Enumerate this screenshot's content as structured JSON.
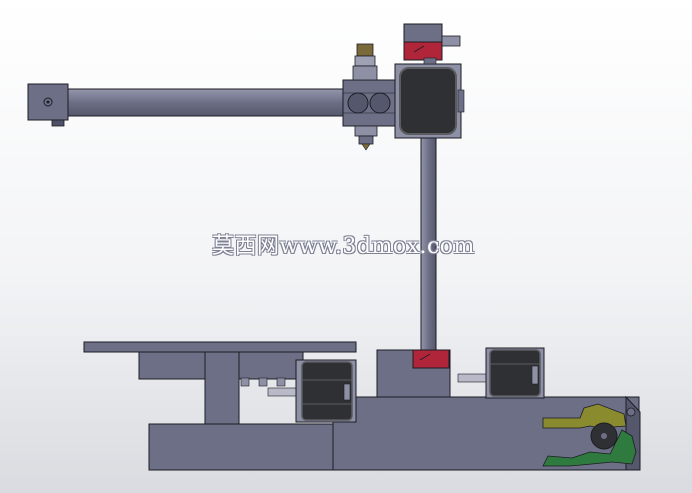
{
  "viewport": {
    "background_top": "#ffffff",
    "background_bottom": "#d9dbe0"
  },
  "watermark": {
    "text": "莫西网www.3dmox.com"
  },
  "colors": {
    "body": "#6d6f86",
    "body_dark": "#4e5066",
    "body_light": "#8e90a6",
    "motor": "#2f3033",
    "motor_edge": "#5a5c60",
    "limit_switch": "#b0253a",
    "lever": "#8a8a2e",
    "spring": "#2f7a3e",
    "outline": "#1c1d24"
  },
  "components": {
    "arm": "horizontal-arm",
    "column": "vertical-column",
    "upper_motor": "upper-stepper-motor",
    "lower_motor": "lower-stepper-motor",
    "base_motor": "base-stepper-motor",
    "gripper": "gripper-mechanism"
  }
}
